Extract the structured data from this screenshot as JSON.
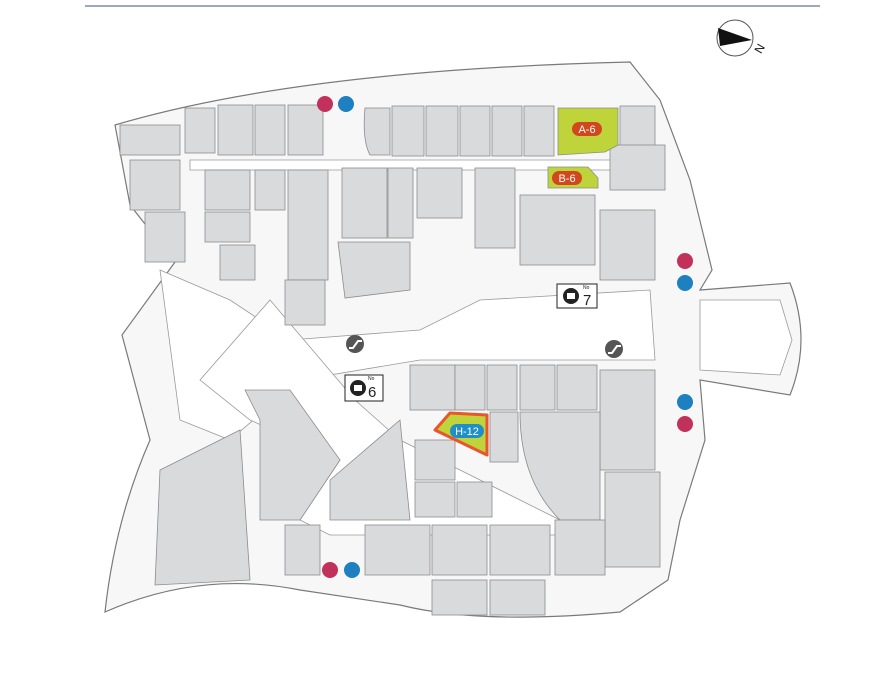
{
  "map": {
    "compass": {
      "label": "N"
    },
    "shops": {
      "a6": {
        "label": "A-6",
        "badge_color": "#d2481e",
        "fill_color": "#bfd43a"
      },
      "b6": {
        "label": "B-6",
        "badge_color": "#d2481e",
        "fill_color": "#bfd43a"
      },
      "h12": {
        "label": "H-12",
        "badge_color": "#1f8fc8",
        "fill_color": "#bfd43a",
        "highlight_color": "#e8552f"
      }
    },
    "elevators": [
      {
        "no_label": "No",
        "number": "6"
      },
      {
        "no_label": "No",
        "number": "7"
      }
    ],
    "colors": {
      "female": "#c2305c",
      "male": "#1e7fc1"
    }
  }
}
